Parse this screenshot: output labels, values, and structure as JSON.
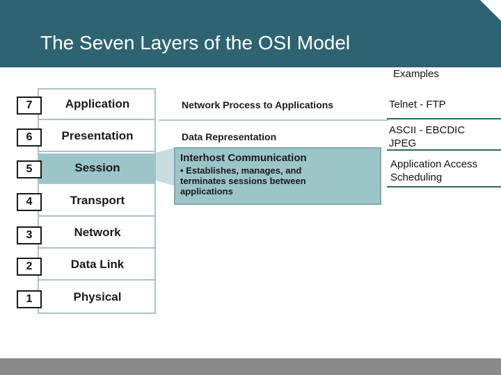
{
  "title": "The Seven Layers of the OSI Model",
  "examples": {
    "heading": "Examples",
    "items": [
      {
        "lines": [
          "Telnet - FTP"
        ]
      },
      {
        "lines": [
          "ASCII -  EBCDIC",
          "JPEG"
        ]
      },
      {
        "lines": [
          "Application Access",
          "Scheduling"
        ]
      }
    ]
  },
  "layers": [
    {
      "num": "7",
      "name": "Application",
      "selected": false
    },
    {
      "num": "6",
      "name": "Presentation",
      "selected": false
    },
    {
      "num": "5",
      "name": "Session",
      "selected": true
    },
    {
      "num": "4",
      "name": "Transport",
      "selected": false
    },
    {
      "num": "3",
      "name": "Network",
      "selected": false
    },
    {
      "num": "2",
      "name": "Data Link",
      "selected": false
    },
    {
      "num": "1",
      "name": "Physical",
      "selected": false
    }
  ],
  "descriptions": {
    "application": "Network Process to Applications",
    "presentation": "Data Representation"
  },
  "session_box": {
    "title": "Interhost Communication",
    "body": "• Establishes, manages, and terminates sessions between applications"
  },
  "colors": {
    "header": "#2e6472",
    "layer_highlight": "#9cc5c8",
    "layer_border": "#a9c3c9",
    "footer": "#8a8a8a"
  }
}
